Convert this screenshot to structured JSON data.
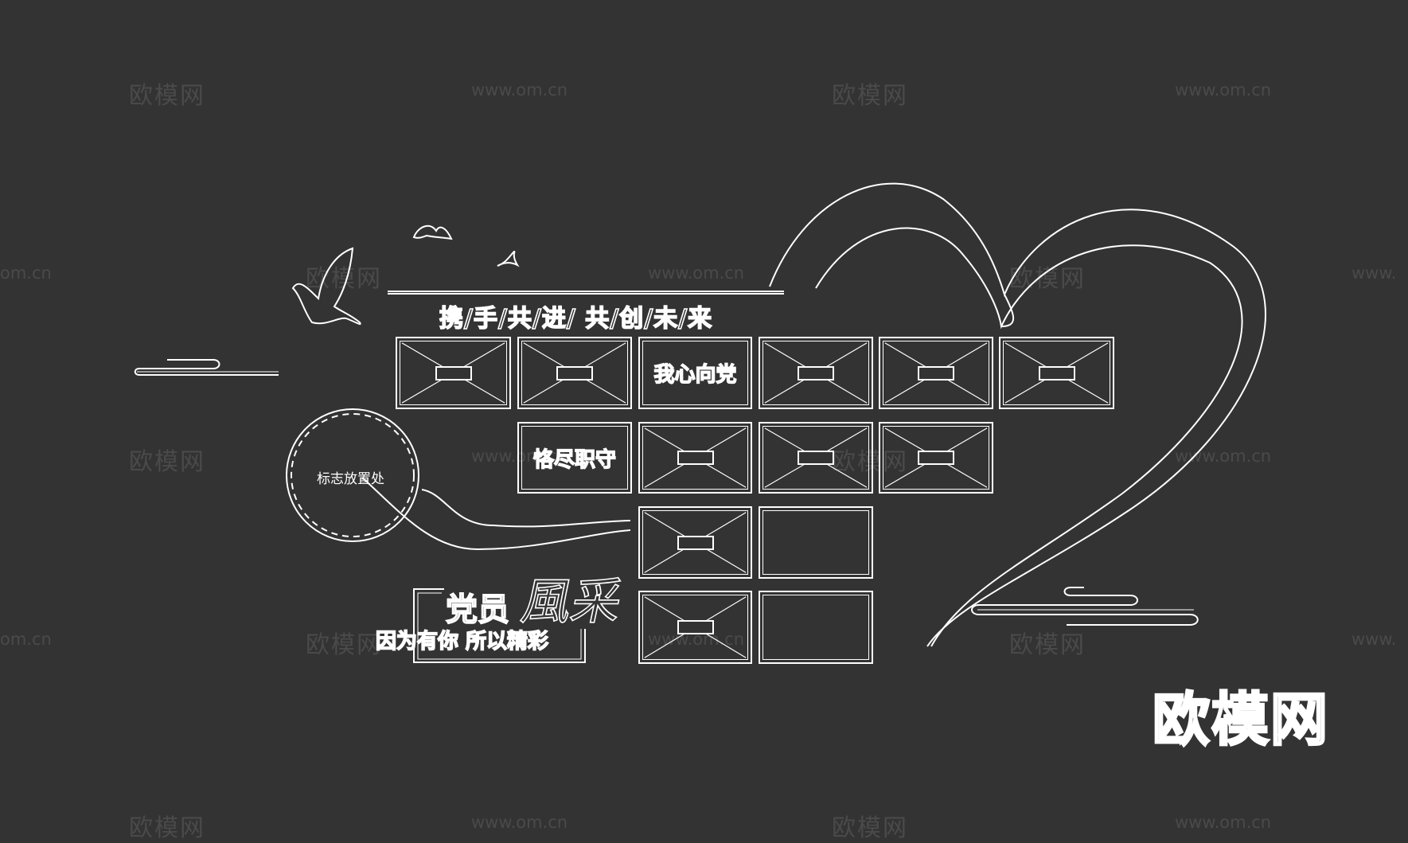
{
  "watermarks": {
    "brand": "欧模网",
    "url": "www.om.cn",
    "url_partial_left": "om.cn",
    "url_partial_right": "www."
  },
  "big_brand": "欧模网",
  "banner_title": "携/手/共/进/ 共/创/未/来",
  "frames": {
    "text_1": "我心向党",
    "text_2": "恪尽职守"
  },
  "logo_placeholder": "标志放置处",
  "party_title": "党员",
  "party_calligraphy": "風采",
  "party_slogan": "因为有你 所以精彩",
  "colors": {
    "background": "#333333",
    "line": "#ffffff",
    "watermark": "#4a4a4a"
  }
}
